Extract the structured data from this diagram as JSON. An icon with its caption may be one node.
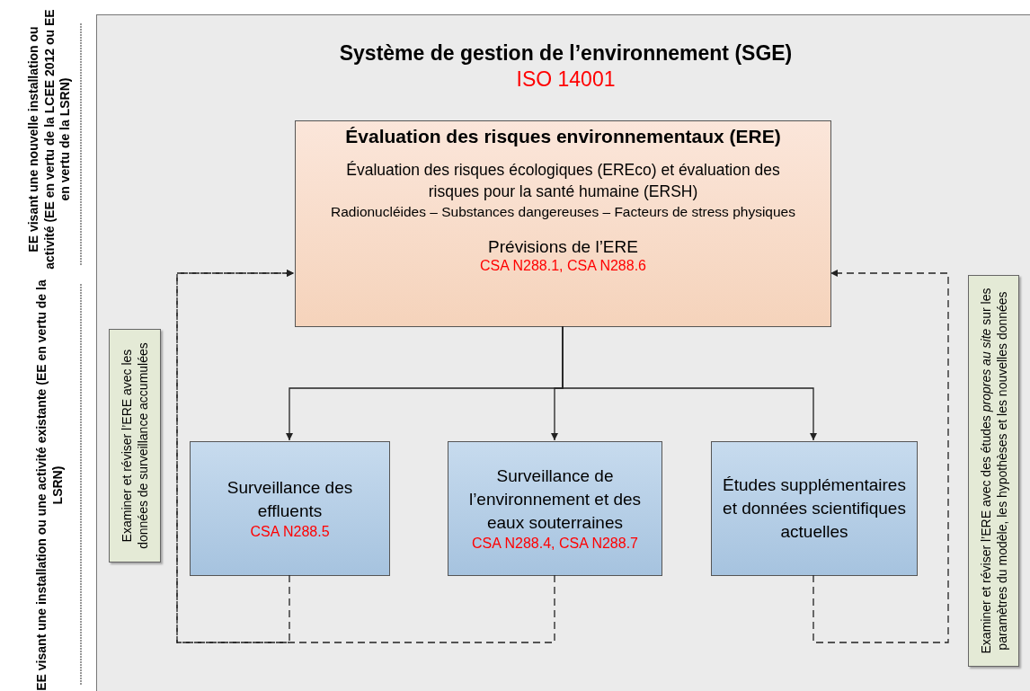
{
  "diagram": {
    "nodes": [
      {
        "text": [
          "Système de gestion de l’environnement (SGE)",
          "ISO 14001"
        ]
      },
      {
        "text": [
          "Évaluation des risques environnementaux (ERE)",
          "Évaluation des risques écologiques (EREco) et évaluation des risques pour la santé humaine (ERSH)",
          "Radionucléides – Substances dangereuses – Facteurs de stress physiques",
          "Prévisions de l’ERE",
          "CSA N288.1, CSA N288.6"
        ],
        "in": 0
      },
      {
        "text": [
          "Surveillance des effluents",
          "CSA N288.5"
        ],
        "in": 0
      },
      {
        "text": [
          "Surveillance de l’environnement et des eaux souterraines",
          "CSA N288.4, CSA N288.7"
        ],
        "in": 0
      },
      {
        "text": [
          "Études supplémentaires et données scientifiques actuelles"
        ],
        "in": 0
      },
      {
        "text": [
          "Examiner et réviser l’ERE avec les données de surveillance accumulées"
        ],
        "in": 0
      },
      {
        "text": [
          "Examiner et réviser l’ERE avec des études *propres au site* sur les paramètres du modèle, les hypothèses et les nouvelles données"
        ],
        "in": 0
      }
    ],
    "edges": [
      {
        "from": 1,
        "to": 2,
        "arrow": "to"
      },
      {
        "from": 1,
        "to": 3,
        "arrow": "to"
      },
      {
        "from": 1,
        "to": 4,
        "arrow": "to"
      },
      {
        "from": 2,
        "to": 1,
        "arrow": "to",
        "style": "dashed"
      },
      {
        "from": 3,
        "to": 1,
        "arrow": "to",
        "style": "dashed"
      },
      {
        "from": 4,
        "to": 1,
        "arrow": "to",
        "style": "dashed"
      }
    ],
    "labels": [
      "EE visant une nouvelle installation ou activité (EE en vertu de la LCEE 2012 ou EE en vertu de la LSRN)",
      "EE visant une installation ou une activité existante (EE en vertu de la LSRN)"
    ]
  }
}
